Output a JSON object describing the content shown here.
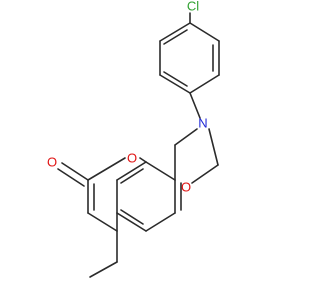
{
  "molecule": {
    "atoms": [
      {
        "id": "Cl",
        "label": "Cl",
        "color": "#2fa12f"
      },
      {
        "id": "N",
        "label": "N",
        "color": "#1f28d6"
      },
      {
        "id": "O_ring",
        "label": "O",
        "color": "#e01414"
      },
      {
        "id": "O_lactone",
        "label": "O",
        "color": "#e01414"
      },
      {
        "id": "O_carbonyl",
        "label": "O",
        "color": "#e01414"
      }
    ]
  },
  "colors": {
    "bond": "#2b2b2b",
    "background": "#ffffff"
  }
}
